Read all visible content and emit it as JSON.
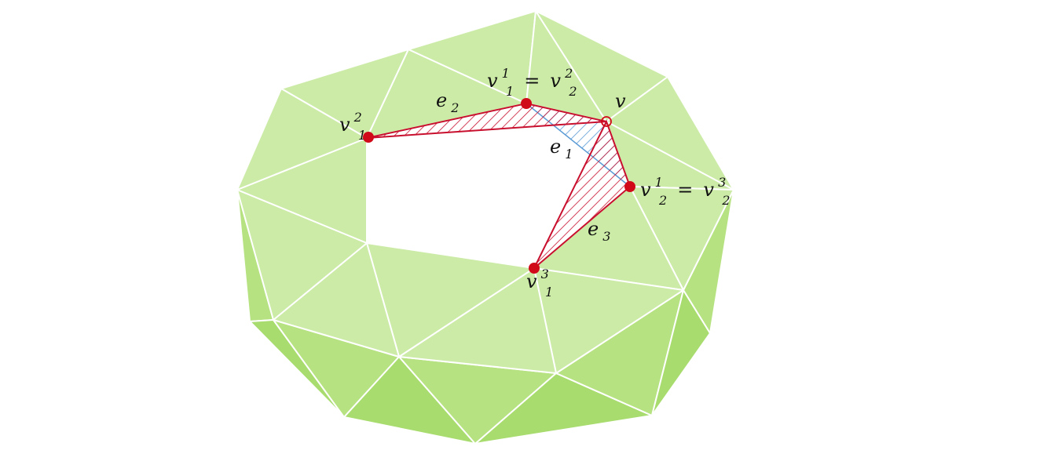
{
  "colors": {
    "face_top": "#cbeba6",
    "face_side": "#b6e281",
    "face_side_dark": "#a8dc6e",
    "edge": "#ffffff",
    "selection": "#c8102e",
    "blue_hatch": "#5b9bd5",
    "vertex": "#d10a1a"
  },
  "labels": {
    "v": {
      "base": "v"
    },
    "v1_2": {
      "base": "v",
      "sup": "2",
      "sub": "1"
    },
    "v11_v22": {
      "base": "v",
      "sup": "1",
      "sub": "1",
      "eq": "=",
      "base2": "v",
      "sup2": "2",
      "sub2": "2"
    },
    "v21_v23": {
      "base": "v",
      "sup": "1",
      "sub": "2",
      "eq": "=",
      "base2": "v",
      "sup2": "3",
      "sub2": "2"
    },
    "v1_3": {
      "base": "v",
      "sup": "3",
      "sub": "1"
    },
    "e1": {
      "base": "e",
      "sub": "1"
    },
    "e2": {
      "base": "e",
      "sub": "2"
    },
    "e3": {
      "base": "e",
      "sub": "3"
    }
  },
  "icons": {
    "center_vertex": "hollow-circle",
    "neighbor_vertex": "filled-circle"
  }
}
